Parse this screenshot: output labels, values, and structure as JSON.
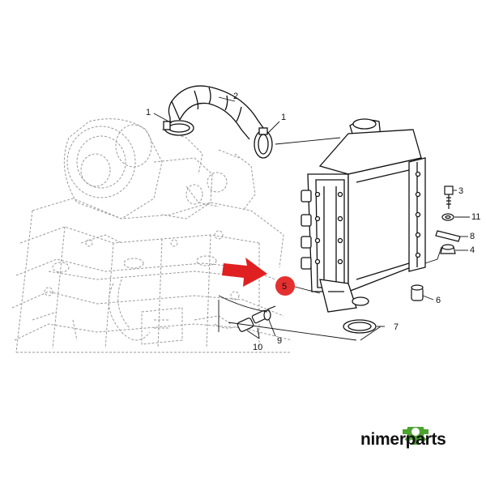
{
  "diagram": {
    "callouts": [
      {
        "id": "1a",
        "text": "1"
      },
      {
        "id": "2",
        "text": "2"
      },
      {
        "id": "1b",
        "text": "1"
      },
      {
        "id": "3",
        "text": "3"
      },
      {
        "id": "11",
        "text": "11"
      },
      {
        "id": "8",
        "text": "8"
      },
      {
        "id": "4",
        "text": "4"
      },
      {
        "id": "5",
        "text": "5"
      },
      {
        "id": "6",
        "text": "6"
      },
      {
        "id": "7",
        "text": "7"
      },
      {
        "id": "9",
        "text": "9"
      },
      {
        "id": "10",
        "text": "10"
      }
    ],
    "highlight_color": "#e53030",
    "arrow_color": "#e02020"
  },
  "brand": {
    "name": "nimerparts",
    "gear_color": "#4ca32f"
  }
}
